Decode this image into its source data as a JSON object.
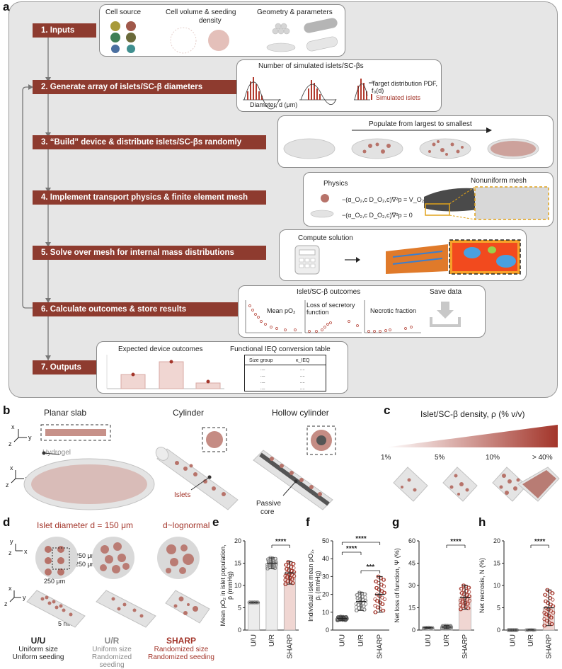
{
  "panel_letters": [
    "a",
    "b",
    "c",
    "d",
    "e",
    "f",
    "g",
    "h"
  ],
  "steps": [
    {
      "label": "1. Inputs"
    },
    {
      "label": "2. Generate array of islets/SC-β diameters"
    },
    {
      "label": "3. “Build” device & distribute islets/SC-βs randomly"
    },
    {
      "label": "4. Implement transport physics & finite element mesh"
    },
    {
      "label": "5. Solve over mesh for internal mass distributions"
    },
    {
      "label": "6. Calculate outcomes & store results"
    },
    {
      "label": "7. Outputs"
    }
  ],
  "inputs": {
    "cell_source": "Cell source",
    "cell_volume": "Cell volume & seeding",
    "density": "density",
    "geometry": "Geometry & parameters"
  },
  "generate": {
    "title": "Number of simulated islets/SC-βs",
    "xlabel": "Diameter, d (μm)",
    "legend_target": "Target distribution PDF, f₀(d)",
    "legend_sim": "Simulated islets"
  },
  "build": {
    "arrow_label": "Populate from largest to smallest"
  },
  "physics": {
    "title": "Physics",
    "mesh_title": "Nonuniform mesh",
    "eq1": "−(α_O₂,c D_O₂,c)∇²p = V_O₂,c",
    "eq2": "−(α_O₂,c D_O₂,c)∇²p = 0"
  },
  "solve": {
    "title": "Compute solution"
  },
  "outcomes": {
    "title": "Islet/SC-β outcomes",
    "save": "Save data",
    "m1": "Mean pO₂",
    "m2": "Loss of secretory function",
    "m3": "Necrotic fraction"
  },
  "outputs": {
    "expected": "Expected device outcomes",
    "table_title": "Functional IEQ conversion table",
    "col1": "Size group",
    "col2": "κ_IEQ",
    "dots": "...."
  },
  "b": {
    "planar": "Planar slab",
    "cylinder": "Cylinder",
    "hollow": "Hollow cylinder",
    "hydrogel": "Hydrogel",
    "islets": "Islets",
    "passive": "Passive",
    "core": "core",
    "ax_x": "x",
    "ax_y": "y",
    "ax_z": "z"
  },
  "c": {
    "title": "Islet/SC-β density, ρ (% v/v)",
    "ticks": [
      "1%",
      "5%",
      "10%",
      "> 40%"
    ]
  },
  "d": {
    "diam": "Islet diameter d = 150 μm",
    "lognormal": "d~lognormal",
    "s1": "250 μm",
    "s2": "250 μm",
    "s3": "250 μm",
    "len": "5 mm",
    "groups": [
      {
        "name": "U/U",
        "l1": "Uniform size",
        "l2": "Uniform seeding"
      },
      {
        "name": "U/R",
        "l1": "Uniform size",
        "l2": "Randomized seeding"
      },
      {
        "name": "SHARP",
        "l1": "Randomized size",
        "l2": "Randomized seeding"
      }
    ]
  },
  "plots": {
    "cats": [
      "U/U",
      "U/R",
      "SHARP"
    ],
    "sig": "****",
    "sig3": "***",
    "e": {
      "ylabel": "Mean pO₂ in islet population,",
      "ysym": "p̄ (mmHg)",
      "yticks": [
        "0",
        "5",
        "10",
        "15",
        "20"
      ]
    },
    "f": {
      "ylabel": "Individual islet mean pO₂,",
      "ysym": "p̄ᵢ (mmHg)",
      "yticks": [
        "0",
        "10",
        "20",
        "30",
        "40",
        "50"
      ]
    },
    "g": {
      "ylabel": "Net loss of function, Ψ (%)",
      "yticks": [
        "0",
        "15",
        "30",
        "45",
        "60"
      ]
    },
    "h": {
      "ylabel": "Net necrosis, N (%)",
      "yticks": [
        "0",
        "5",
        "10",
        "15",
        "20"
      ]
    }
  },
  "chart_data": [
    {
      "type": "bar",
      "title": "",
      "ylabel": "Mean pO₂ in islet population, p̄ (mmHg)",
      "categories": [
        "U/U",
        "U/R",
        "SHARP"
      ],
      "values": [
        6.2,
        15.0,
        12.8
      ],
      "ylim": [
        0,
        20
      ]
    },
    {
      "type": "bar",
      "title": "",
      "ylabel": "Individual islet mean pO₂, p̄ᵢ (mmHg)",
      "categories": [
        "U/U",
        "U/R",
        "SHARP"
      ],
      "values": [
        6.5,
        16,
        20
      ],
      "ylim": [
        0,
        50
      ]
    },
    {
      "type": "bar",
      "title": "",
      "ylabel": "Net loss of function, Ψ (%)",
      "categories": [
        "U/U",
        "U/R",
        "SHARP"
      ],
      "values": [
        1.5,
        2,
        22
      ],
      "ylim": [
        0,
        60
      ]
    },
    {
      "type": "bar",
      "title": "",
      "ylabel": "Net necrosis, N (%)",
      "categories": [
        "U/U",
        "U/R",
        "SHARP"
      ],
      "values": [
        0,
        0,
        5
      ],
      "ylim": [
        0,
        20
      ]
    }
  ],
  "colors": {
    "accent": "#8e3b2f",
    "islet": "#c08078",
    "light_bar": "#eeeeee",
    "sharp_bar": "#f0d6d2",
    "dark_red": "#a3352a"
  }
}
